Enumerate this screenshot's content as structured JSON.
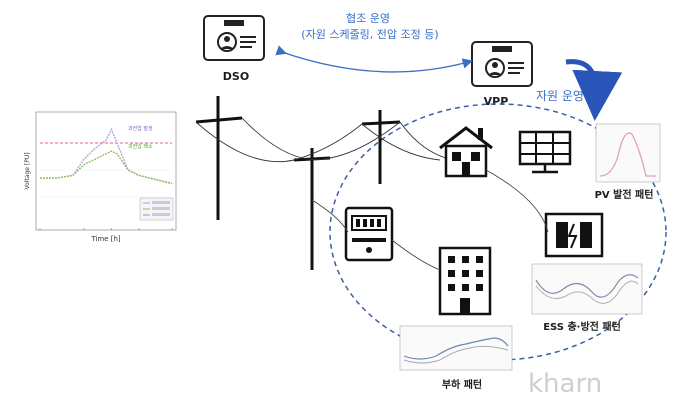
{
  "title": "",
  "coop_line1": "협조 운영",
  "coop_line2": "(자원 스케줄링, 전압 조정 등)",
  "dso_label": "DSO",
  "vpp_label": "VPP",
  "resource_label": "자원 운영",
  "pv_label": "PV 발전 패턴",
  "ess_label": "ESS 충·방전 패턴",
  "load_label": "부하 패턴",
  "watermark": "kharn",
  "colors": {
    "accent_blue": "#3a6fc4",
    "ellipse": "#3b5fa8",
    "arrow": "#2a55b8"
  },
  "icons": [
    "dso-operator-icon",
    "vpp-operator-icon",
    "house-icon",
    "solar-panel-icon",
    "battery-ess-icon",
    "smart-meter-icon",
    "building-icon",
    "utility-pole-icon",
    "rotate-arrow-icon"
  ],
  "chart_data": {
    "type": "line",
    "xlabel": "Time [h]",
    "ylabel": "Voltage [PU]",
    "ylim": [
      0.9,
      1.1
    ],
    "legend": [
      "과전압 발생",
      "과전압 해소"
    ],
    "series": [
      {
        "name": "과전압 발생",
        "x": [
          0,
          3,
          6,
          8,
          10,
          12,
          13,
          14,
          16,
          18,
          20,
          22,
          24
        ],
        "values": [
          0.985,
          0.985,
          0.99,
          1.02,
          1.04,
          1.055,
          1.075,
          1.05,
          1.0,
          0.99,
          0.985,
          0.98,
          0.975
        ]
      },
      {
        "name": "과전압 해소",
        "x": [
          0,
          3,
          6,
          8,
          10,
          12,
          13,
          14,
          16,
          18,
          20,
          22,
          24
        ],
        "values": [
          0.985,
          0.985,
          0.99,
          1.01,
          1.02,
          1.03,
          1.035,
          1.03,
          1.0,
          0.99,
          0.985,
          0.98,
          0.975
        ]
      }
    ],
    "limit": 1.05
  }
}
